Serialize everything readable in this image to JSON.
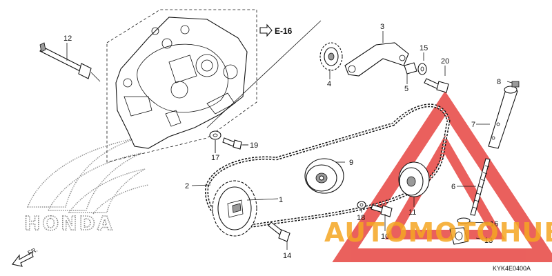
{
  "callouts": {
    "c1": "1",
    "c2": "2",
    "c3": "3",
    "c4": "4",
    "c5": "5",
    "c6": "6",
    "c7": "7",
    "c8": "8",
    "c9": "9",
    "c10": "10",
    "c11": "11",
    "c12": "12",
    "c13": "13",
    "c14": "14",
    "c15": "15",
    "c16": "16",
    "c17": "17",
    "c18": "18",
    "c19": "19",
    "c20": "20"
  },
  "reference": "E-16",
  "diagram_code": "KYK4E0400A",
  "front_label": "FR.",
  "brand_logo_text": "HONDA",
  "watermark": {
    "text": "AUTOMOTOHUB",
    "color_orange": "#f5a623",
    "color_red": "#e53935"
  }
}
